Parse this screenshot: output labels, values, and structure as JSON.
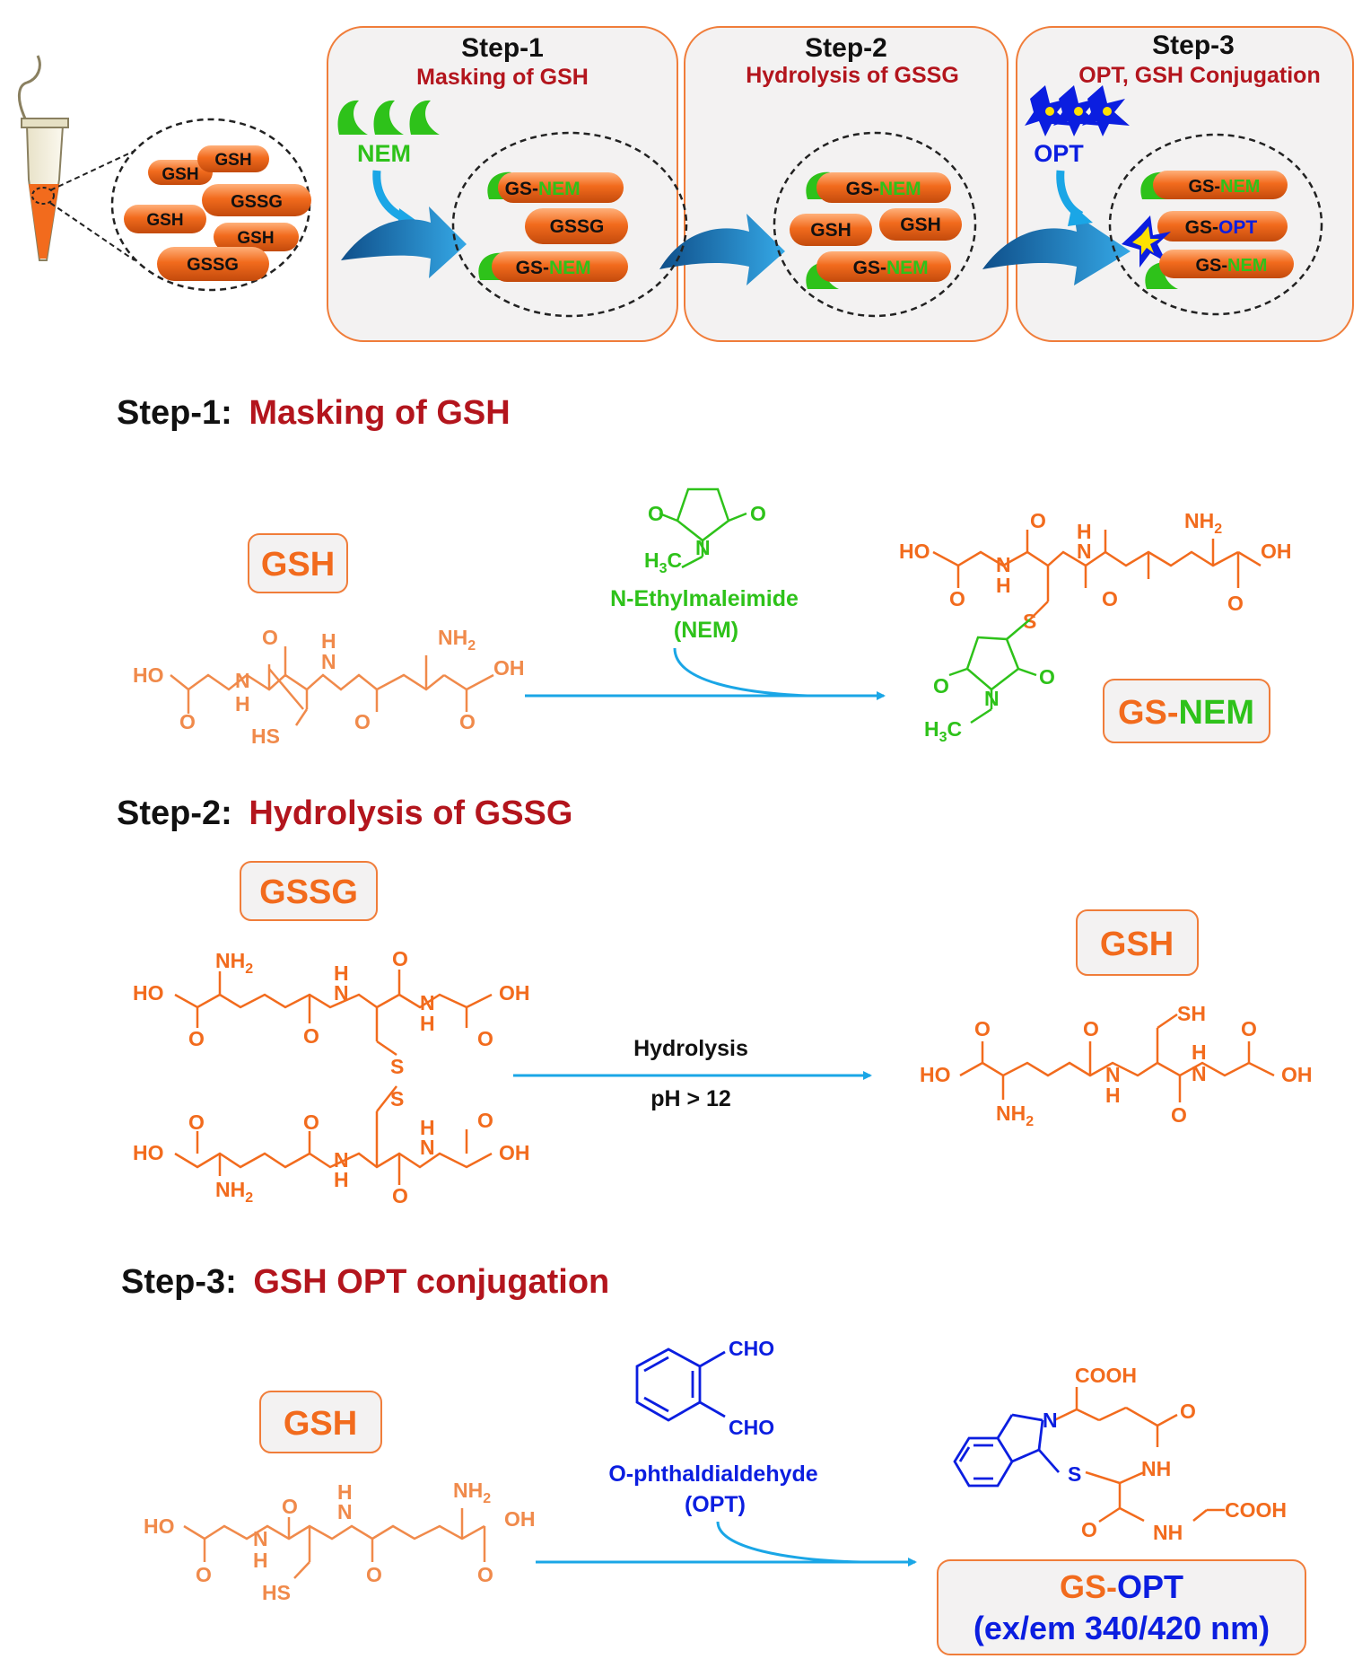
{
  "colors": {
    "orange": "#f26b1d",
    "light_orange": "#f08a4b",
    "dark_red": "#b3151d",
    "green": "#2ec21a",
    "blue": "#0b1ee0",
    "arrow_cyan": "#1aa6e6",
    "black": "#111111"
  },
  "overview": {
    "step1": {
      "title": "Step-1",
      "subtitle": "Masking of GSH",
      "reagent": "NEM"
    },
    "step2": {
      "title": "Step-2",
      "subtitle": "Hydrolysis of GSSG"
    },
    "step3": {
      "title": "Step-3",
      "subtitle": "OPT, GSH Conjugation",
      "reagent": "OPT"
    },
    "tube_pills": [
      "GSH",
      "GSH",
      "GSSG",
      "GSH",
      "GSH",
      "GSSG"
    ],
    "step1_pills": {
      "gs_prefix": "GS-",
      "nem": "NEM",
      "gssg": "GSSG"
    },
    "step2_pills": {
      "gsh": "GSH"
    },
    "step3_pills": {
      "opt": "OPT"
    }
  },
  "section1": {
    "heading_black": "Step-1:",
    "heading_red": "Masking of GSH",
    "reactant_box": "GSH",
    "reagent_name": "N-Ethylmaleimide",
    "reagent_abbr": "(NEM)",
    "product_box_prefix": "GS-",
    "product_box_suffix": "NEM"
  },
  "section2": {
    "heading_black": "Step-2:",
    "heading_red": "Hydrolysis of GSSG",
    "reactant_box": "GSSG",
    "arrow_label_top": "Hydrolysis",
    "arrow_label_bottom": "pH > 12",
    "product_box": "GSH"
  },
  "section3": {
    "heading_black": "Step-3:",
    "heading_red": "GSH OPT conjugation",
    "reactant_box": "GSH",
    "reagent_name": "O-phthaldialdehyde",
    "reagent_abbr": "(OPT)",
    "product_line1_prefix": "GS-",
    "product_line1_suffix": "OPT",
    "product_line2": "(ex/em 340/420 nm)"
  },
  "atoms": {
    "HO": "HO",
    "OH": "OH",
    "O": "O",
    "N": "N",
    "H": "H",
    "HS": "HS",
    "SH": "SH",
    "S": "S",
    "NH": "NH",
    "NH2": "NH",
    "sub2": "2",
    "H3C": "H",
    "sub3": "3",
    "C": "C",
    "CHO": "CHO",
    "COOH": "COOH"
  }
}
